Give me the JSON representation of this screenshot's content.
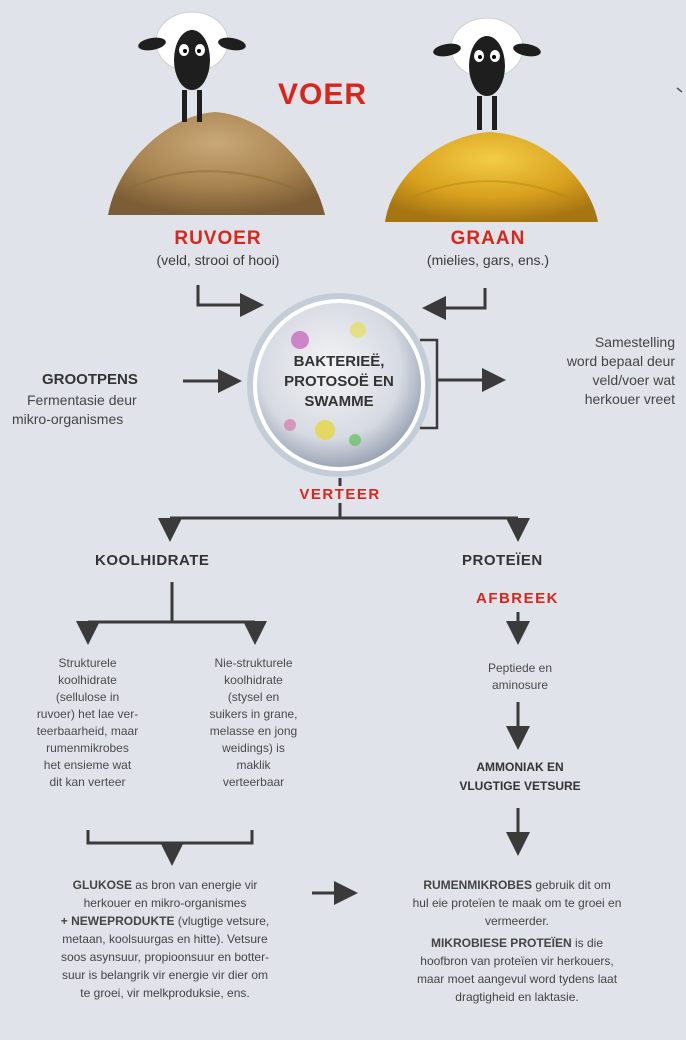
{
  "title": "VOER",
  "ruvoer": {
    "heading": "RUVOER",
    "sub": "(veld, strooi of hooi)"
  },
  "graan": {
    "heading": "GRAAN",
    "sub": "(mielies, gars, ens.)"
  },
  "circle": {
    "line1": "BAKTERIEË,",
    "line2": "PROTOSOË EN",
    "line3": "SWAMME"
  },
  "grootpens": {
    "heading": "GROOTPENS",
    "line1": "Fermentasie deur",
    "line2": "mikro-organismes"
  },
  "samestelling": {
    "line1": "Samestelling",
    "line2": "word bepaal deur",
    "line3": "veld/voer wat",
    "line4": "herkouer vreet"
  },
  "verteer": "VERTEER",
  "koolhidrate": "KOOLHIDRATE",
  "proteien": "PROTEÏEN",
  "afbreek": "AFBREEK",
  "strukturele": [
    "Strukturele",
    "koolhidrate",
    "(sellulose in",
    "ruvoer) het lae ver-",
    "teerbaarheid, maar",
    "rumenmikrobes",
    "het ensieme wat",
    "dit kan verteer"
  ],
  "nie_strukturele": [
    "Nie-strukturele",
    "koolhidrate",
    "(stysel en",
    "suikers in grane,",
    "melasse en jong",
    "weidings) is",
    "maklik",
    "verteerbaar"
  ],
  "peptiede": [
    "Peptiede en",
    "aminosure"
  ],
  "ammoniak": [
    "AMMONIAK EN",
    "VLUGTIGE VETSURE"
  ],
  "glukose": {
    "bold1": "GLUKOSE",
    "text1": " as bron van energie vir",
    "line2": "herkouer en mikro-organismes",
    "bold2": "+ NEWEPRODUKTE",
    "text2": " (vlugtige vetsure,",
    "line4": "metaan, koolsuurgas en hitte). Vetsure",
    "line5": "soos asynsuur, propioonsuur en botter-",
    "line6": "suur is belangrik vir energie vir dier om",
    "line7": "te groei, vir melkproduksie, ens."
  },
  "rumen": {
    "bold1": "RUMENMIKROBES",
    "text1": " gebruik dit om",
    "line2": "hul eie proteïen te maak om te groei en",
    "line3": "vermeerder.",
    "bold2": "MIKROBIESE PROTEÏEN",
    "text2": " is die",
    "line5": "hoofbron van proteïen vir herkouers,",
    "line6": "maar moet aangevul word tydens laat",
    "line7": "dragtigheid en laktasie."
  },
  "colors": {
    "accent": "#d9261c",
    "background": "#e1e3ea",
    "arrow": "#3a3a3a"
  }
}
